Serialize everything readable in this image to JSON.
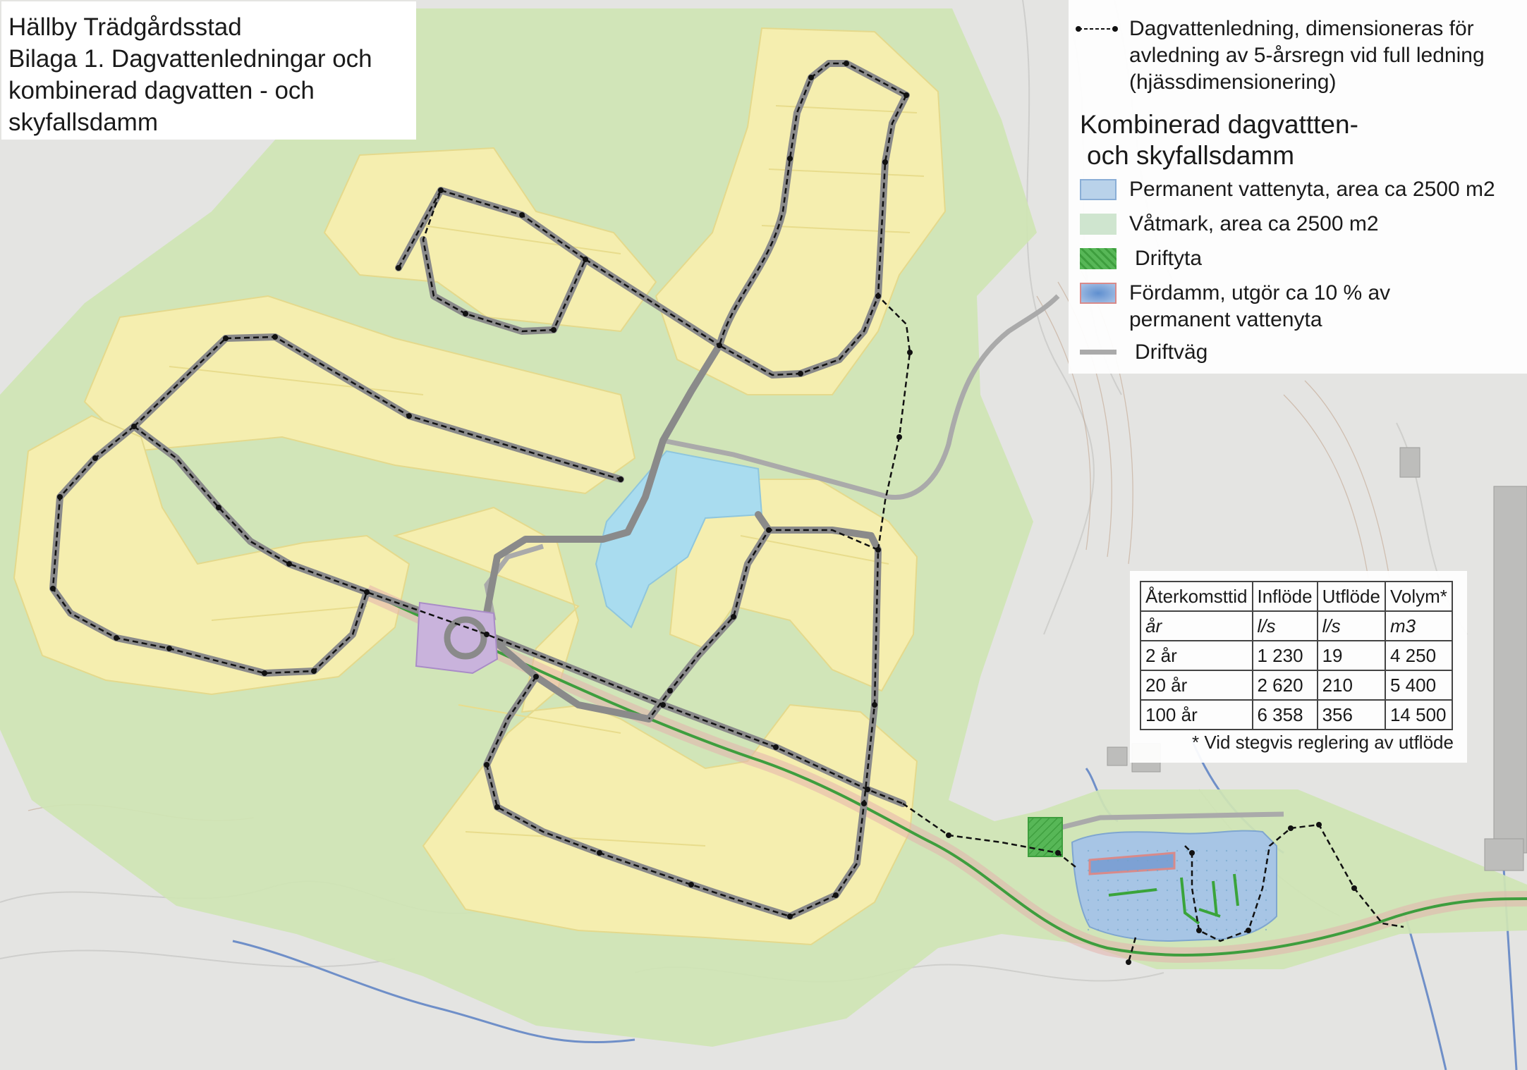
{
  "title": {
    "lines": [
      "Hällby Trädgårdsstad",
      "Bilaga 1. Dagvattenledningar och",
      "kombinerad dagvatten - och",
      "skyfallsdamm"
    ]
  },
  "legend": {
    "pipe_label": {
      "lines": [
        "Dagvattenledning, dimensioneras för",
        "avledning av 5-årsregn vid full ledning",
        "(hjässdimensionering)"
      ]
    },
    "pond_heading": {
      "lines": [
        "Kombinerad dagvattten-",
        "och skyfallsdamm"
      ]
    },
    "items": [
      {
        "label": "Permanent vattenyta, area ca 2500 m2",
        "icon": "water-surface-swatch-icon",
        "fill": "#b9d2ea",
        "stroke": "#8aaed6"
      },
      {
        "label": "Våtmark, area ca 2500 m2",
        "icon": "wetland-swatch-icon",
        "fill": "#cfe5cf",
        "stroke": "#cfe5cf"
      },
      {
        "label": "Driftyta",
        "icon": "operation-area-swatch-icon",
        "fill": "#57b757",
        "stroke": "#3e9e3e"
      },
      {
        "label": "Fördamm, utgör ca 10 % av",
        "label2": "permanent vattenyta",
        "icon": "forebay-swatch-icon",
        "fill": "#7da1d4",
        "stroke": "#d88a8a"
      },
      {
        "label": "Driftväg",
        "icon": "service-road-line-icon",
        "fill": "#aaaaaa",
        "stroke": "#aaaaaa"
      }
    ]
  },
  "flow_table": {
    "headers": [
      "Återkomsttid",
      "Inflöde",
      "Utflöde",
      "Volym*"
    ],
    "units": [
      "år",
      "l/s",
      "l/s",
      "m3"
    ],
    "rows": [
      [
        "2 år",
        "1 230",
        "19",
        "4 250"
      ],
      [
        "20 år",
        "2 620",
        "210",
        "5 400"
      ],
      [
        "100 år",
        "6 358",
        "356",
        "14 500"
      ]
    ],
    "note": "* Vid stegvis reglering av utflöde"
  },
  "colors": {
    "terrain": "#e4e4e2",
    "green_area": "#cfe5b4",
    "plot_yellow": "#f7efaf",
    "street": "#8a8a8a",
    "pipe": "#111111",
    "water": "#a9dcef",
    "pond": "#a7c5e5",
    "roundabout": "#c9b3dc",
    "drift_area": "#4fb04f",
    "contour": "#b98a6a",
    "rail_green": "#3e9e3e",
    "rail_pink": "#e3b3ad"
  }
}
